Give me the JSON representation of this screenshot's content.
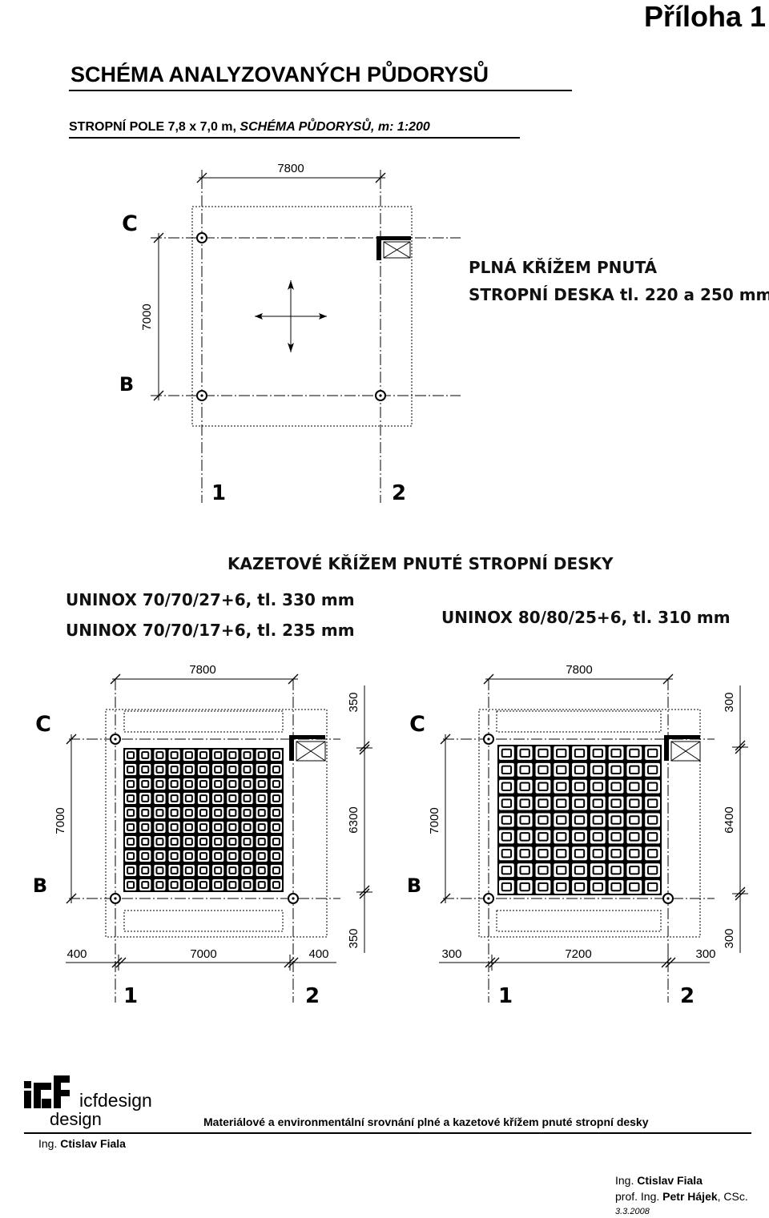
{
  "header": {
    "annex": "Příloha 1",
    "title": "SCHÉMA ANALYZOVANÝCH PŮDORYSŮ",
    "subtitle_plain": "STROPNÍ POLE 7,8 x 7,0 m, ",
    "subtitle_italic": "SCHÉMA PŮDORYSŮ, m: 1:200"
  },
  "solid_plan": {
    "dim_width": "7800",
    "dim_height": "7000",
    "axis_c": "C",
    "axis_b": "B",
    "axis_1": "1",
    "axis_2": "2",
    "label_line1": "PLNÁ KŘÍŽEM PNUTÁ",
    "label_line2": "STROPNÍ DESKA tl. 220 a 250 mm"
  },
  "coffered": {
    "title": "KAZETOVÉ KŘÍŽEM PNUTÉ STROPNÍ DESKY",
    "left": {
      "label_line1": "UNINOX 70/70/27+6, tl. 330 mm",
      "label_line2": "UNINOX 70/70/17+6, tl. 235 mm",
      "dim_top": "7800",
      "dim_left": "7000",
      "dim_right_top": "350",
      "dim_right_mid": "6300",
      "dim_right_bot": "350",
      "dim_bot_left": "400",
      "dim_bot_mid": "7000",
      "dim_bot_right": "400",
      "axis_c": "C",
      "axis_b": "B",
      "axis_1": "1",
      "axis_2": "2",
      "grid_cols": 11,
      "grid_rows": 10
    },
    "right": {
      "label_line1": "UNINOX 80/80/25+6, tl. 310 mm",
      "dim_top": "7800",
      "dim_left": "7000",
      "dim_right_top": "300",
      "dim_right_mid": "6400",
      "dim_right_bot": "300",
      "dim_bot_left": "300",
      "dim_bot_mid": "7200",
      "dim_bot_right": "300",
      "axis_c": "C",
      "axis_b": "B",
      "axis_1": "1",
      "axis_2": "2",
      "grid_cols": 9,
      "grid_rows": 9
    }
  },
  "footer": {
    "logo_text": "icfdesign",
    "logo_text2": "design",
    "engineer_prefix": "Ing. ",
    "engineer_name": "Ctislav Fiala",
    "project_title": "Materiálové a environmentální srovnání plné a kazetové křížem pnuté stropní desky",
    "author1_prefix": "Ing. ",
    "author1_name": "Ctislav Fiala",
    "author2_prefix": "prof. Ing. ",
    "author2_name": "Petr Hájek",
    "author2_suffix": ", CSc.",
    "date": "3.3.2008"
  }
}
